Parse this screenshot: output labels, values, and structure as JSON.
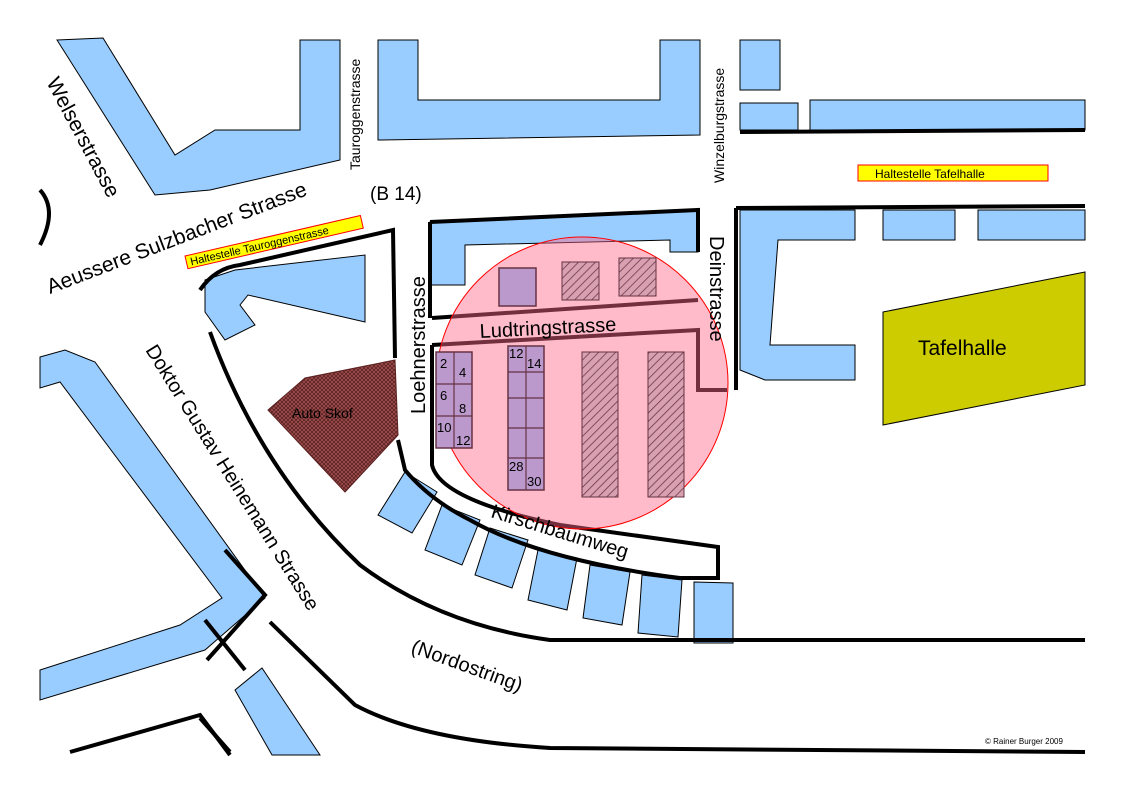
{
  "map": {
    "streets": {
      "welserstrasse": "Welserstrasse",
      "tauroggenstrasse": "Tauroggenstrasse",
      "winzelburgstrasse": "Winzelburgstrasse",
      "sulzbacher": "Aeussere Sulzbacher Strasse",
      "b14": "(B 14)",
      "loehnerstrasse": "Loehnerstrasse",
      "deinstrasse": "Deinstrasse",
      "ludtringstrasse": "Ludtringstrasse",
      "kirschbaumweg": "Kirschbaumweg",
      "heinemann": "Doktor Gustav Heinemann Strasse",
      "nordostring": "(Nordostring)"
    },
    "stops": {
      "tauroggen": "Haltestelle Tauroggenstrasse",
      "tafelhalle": "Haltestelle Tafelhalle"
    },
    "places": {
      "tafelhalle": "Tafelhalle",
      "autoskof": "Auto Skof"
    },
    "house_numbers": [
      "2",
      "4",
      "6",
      "8",
      "10",
      "12",
      "12",
      "14",
      "28",
      "30"
    ],
    "copyright": "© Rainer Burger 2009",
    "colors": {
      "building": "#99ccff",
      "tafelhalle": "#cccc00",
      "highlight": "#ff6b87",
      "stop": "#ffff00"
    }
  }
}
